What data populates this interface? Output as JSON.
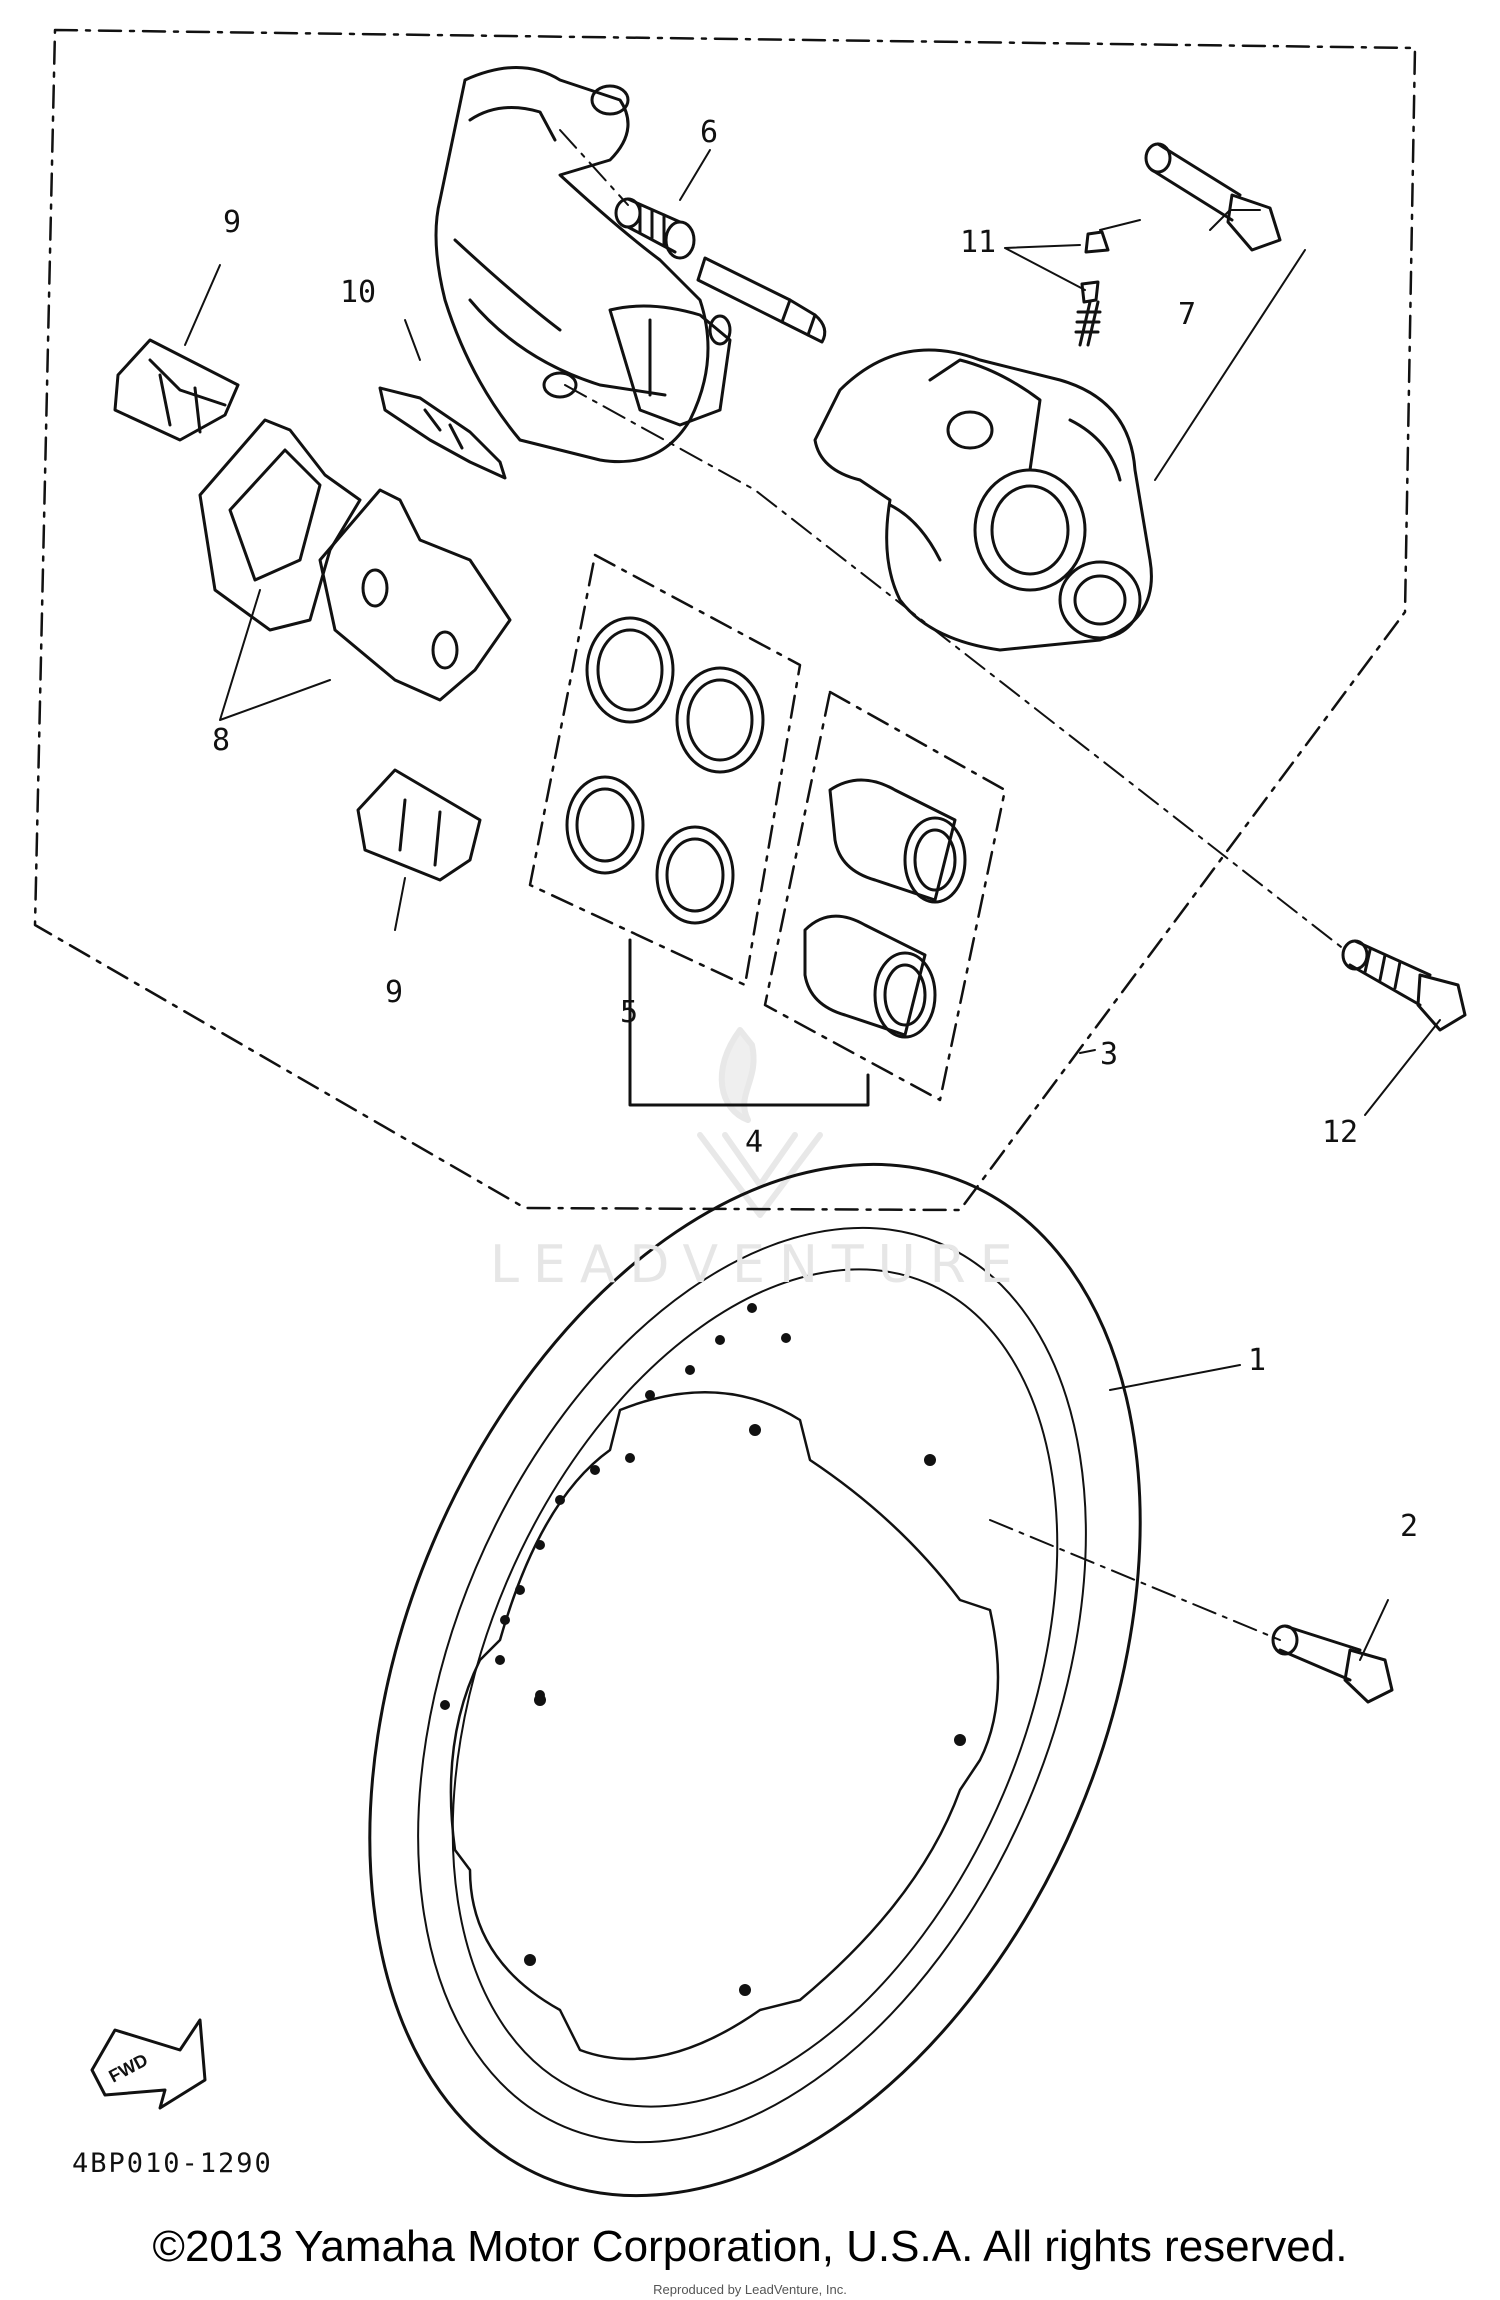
{
  "diagram": {
    "callouts": {
      "c1": "1",
      "c2": "2",
      "c3": "3",
      "c4": "4",
      "c5": "5",
      "c6": "6",
      "c7": "7",
      "c8": "8",
      "c9a": "9",
      "c9b": "9",
      "c10": "10",
      "c11": "11",
      "c12": "12"
    },
    "fwd_label": "FWD",
    "part_code": "4BP010-1290",
    "watermark": "LEADVENTURE"
  },
  "footer": {
    "copyright": "©2013 Yamaha Motor Corporation, U.S.A. All rights reserved.",
    "licensed": "Reproduced by LeadVenture, Inc."
  }
}
